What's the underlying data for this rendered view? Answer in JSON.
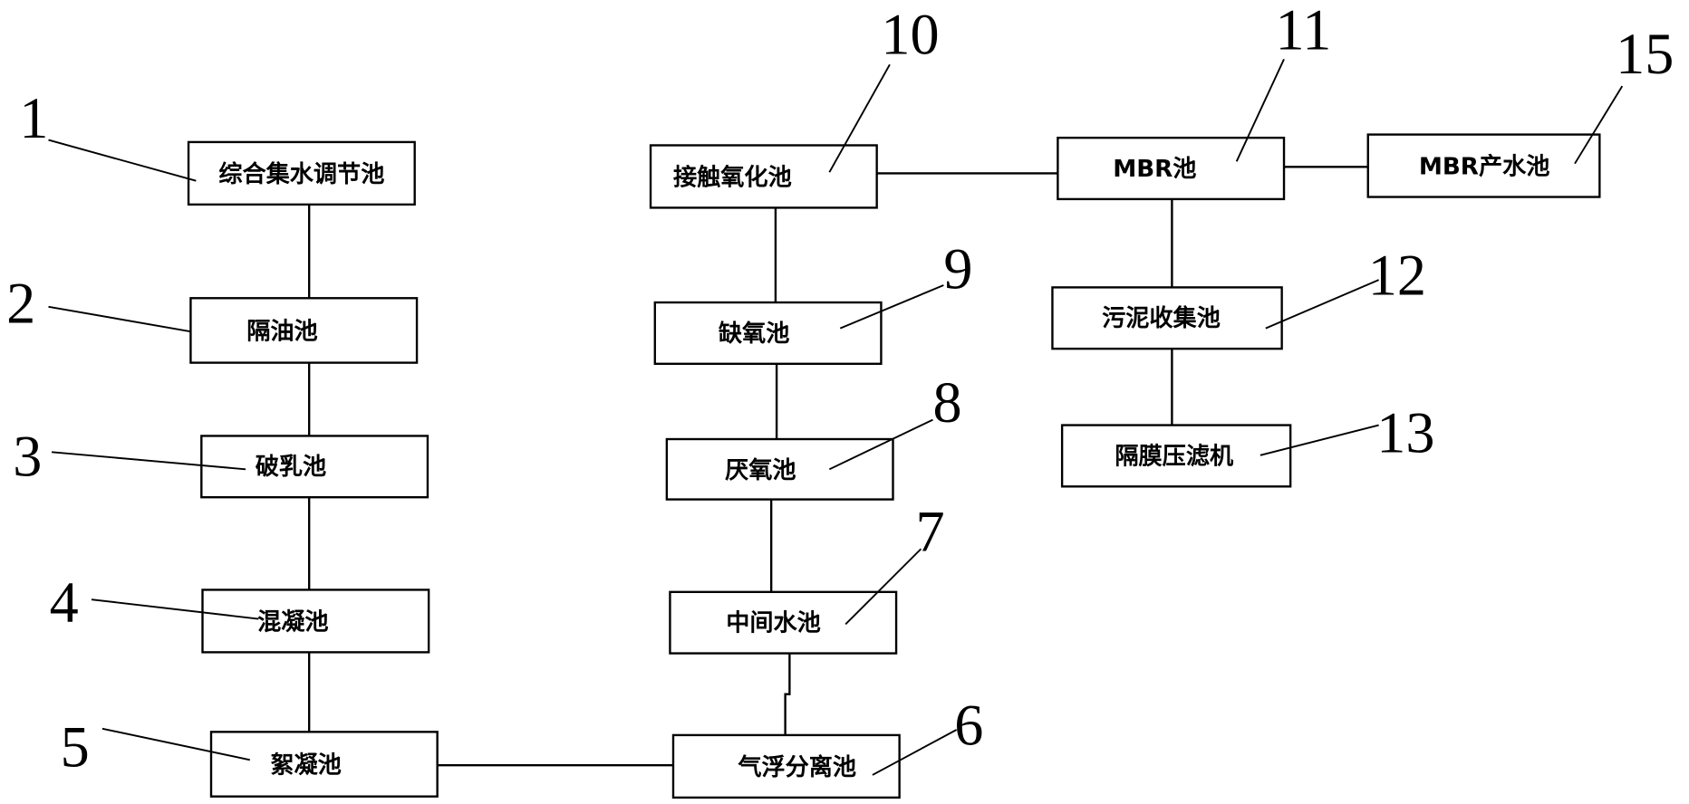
{
  "left_column": [
    "综合集水调节池",
    "隔油池",
    "破乳池",
    "混凝池",
    "絮凝池"
  ],
  "middle_column": [
    "气浮分离池",
    "中间水池",
    "厌氧池",
    "缺氧池",
    "接触氧化池"
  ],
  "right_column": [
    "MBR池",
    "MBR产水池",
    "污泥收集池",
    "隔膜压滤机"
  ],
  "reference_numerals": [
    "1",
    "2",
    "3",
    "4",
    "5",
    "6",
    "7",
    "8",
    "9",
    "10",
    "11",
    "12",
    "13",
    "15"
  ]
}
